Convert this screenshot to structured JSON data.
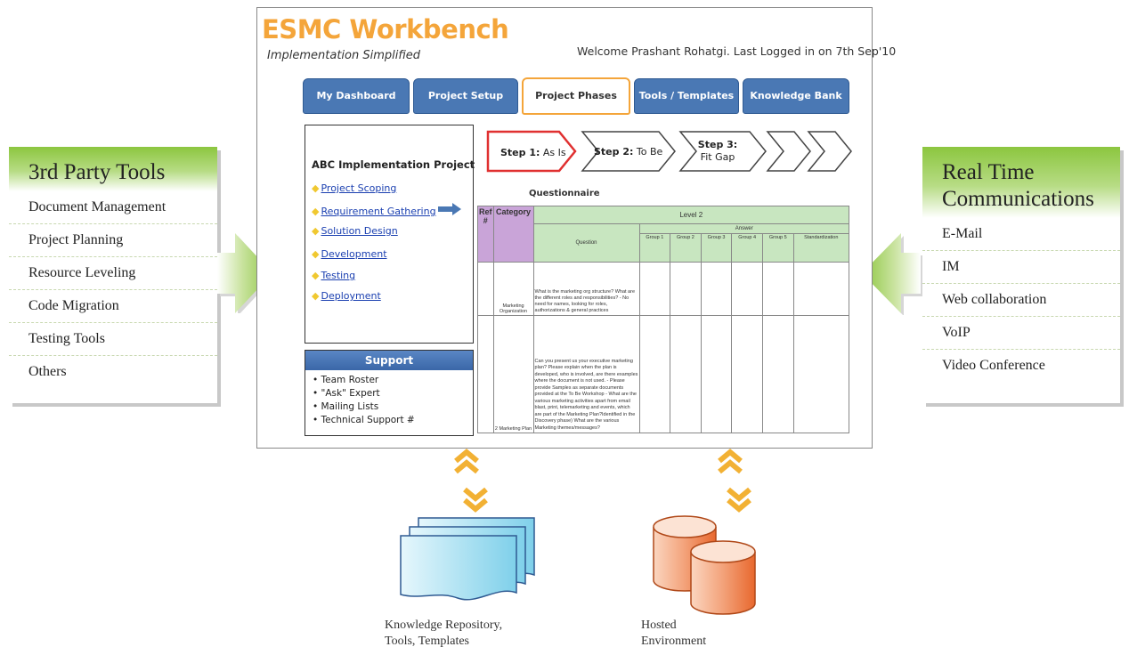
{
  "left_panel": {
    "title": "3rd Party Tools",
    "items": [
      "Document Management",
      "Project Planning",
      "Resource Leveling",
      "Code Migration",
      "Testing Tools",
      "Others"
    ]
  },
  "right_panel": {
    "title": "Real Time Communications",
    "items": [
      "E-Mail",
      "IM",
      "Web collaboration",
      "VoIP",
      "Video Conference"
    ]
  },
  "app": {
    "logo": "ESMC Workbench",
    "tagline": "Implementation Simplified",
    "welcome": "Welcome Prashant Rohatgi. Last Logged in on 7th Sep'10",
    "tabs": [
      "My Dashboard",
      "Project Setup",
      "Project Phases",
      "Tools / Templates",
      "Knowledge Bank"
    ],
    "active_tab": "Project Phases"
  },
  "project": {
    "title": "ABC Implementation  Project",
    "links": [
      "Project Scoping",
      "Requirement Gathering",
      "Solution Design",
      "Development",
      "Testing",
      "Deployment"
    ]
  },
  "support": {
    "title": "Support",
    "items": [
      "• Team Roster",
      "• \"Ask\" Expert",
      "• Mailing Lists",
      "• Technical Support #"
    ]
  },
  "steps": [
    {
      "prefix": "Step 1:",
      "label": "As Is"
    },
    {
      "prefix": "Step 2:",
      "label": "To Be"
    },
    {
      "prefix": "Step 3:",
      "label": "Fit Gap"
    }
  ],
  "questionnaire": {
    "title": "Questionnaire",
    "ref_header": "Ref #",
    "category_header": "Category",
    "level_header": "Level 2",
    "question_header": "Question",
    "answer_header": "Answer",
    "group_headers": [
      "Group 1",
      "Group 2",
      "Group 3",
      "Group 4",
      "Group 5",
      "Standardization"
    ],
    "rows": [
      {
        "category": "Marketing Organization",
        "question": "What is the marketing org structure? What are the different roles and responsibilities? - No need for names, looking for roles, authorizations & general practices"
      },
      {
        "category": "2 Marketing Plan",
        "question": "Can you present us your executive marketing plan? Please explain when the plan is developed, who is involved, are there examples where the document is not used. - Please provide Samples as separate documents provided at the To Be Workshop - What are the various marketing activities apart from email blast, print, telemarketing and events, which are part of the Marketing Plan?Identified in the Discovery phase) What are the various Marketing themes/messages?"
      }
    ]
  },
  "bottom": {
    "repository_label_1": "Knowledge Repository,",
    "repository_label_2": "Tools, Templates",
    "hosted_label_1": "Hosted",
    "hosted_label_2": "Environment"
  },
  "colors": {
    "green": "#8cc63f",
    "orange": "#f4a53a",
    "tab_blue": "#4a78b4",
    "step1_border": "#e03030",
    "chevron": "#f2b134"
  }
}
